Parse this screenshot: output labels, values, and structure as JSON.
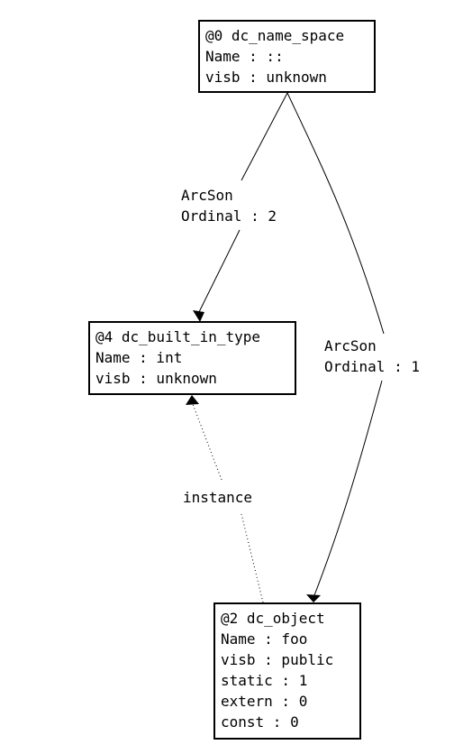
{
  "nodes": {
    "n0": {
      "title": "@0 dc_name_space",
      "lines": [
        "Name : ::",
        "visb : unknown"
      ]
    },
    "n4": {
      "title": "@4 dc_built_in_type",
      "lines": [
        "Name : int",
        "visb : unknown"
      ]
    },
    "n2": {
      "title": "@2 dc_object",
      "lines": [
        "Name : foo",
        "visb : public",
        "static : 1",
        "extern : 0",
        "const : 0"
      ]
    }
  },
  "edges": {
    "e0_4": {
      "lines": [
        "ArcSon",
        "Ordinal : 2"
      ],
      "style": "solid"
    },
    "e0_2": {
      "lines": [
        "ArcSon",
        "Ordinal : 1"
      ],
      "style": "solid"
    },
    "e2_4": {
      "lines": [
        "instance"
      ],
      "style": "dotted"
    }
  },
  "colors": {
    "stroke": "#000000",
    "background": "#ffffff"
  }
}
